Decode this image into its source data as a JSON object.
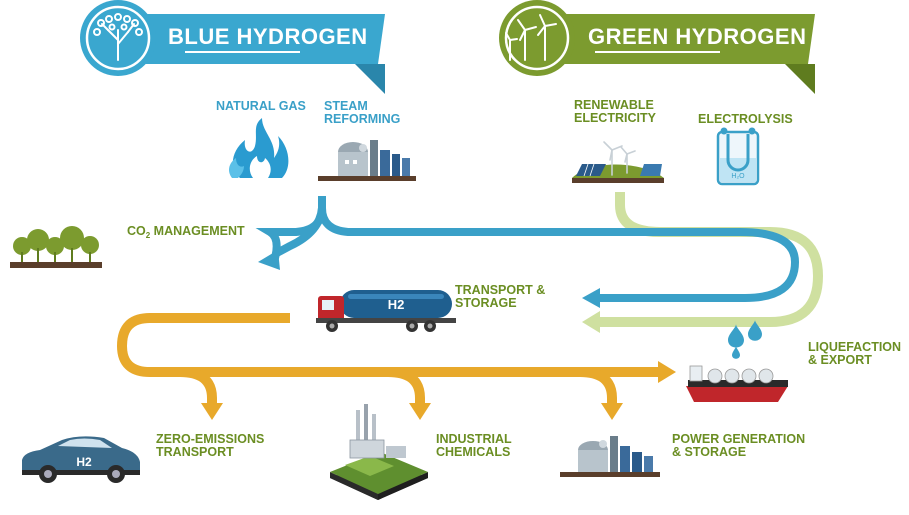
{
  "banners": {
    "blue": {
      "title": "BLUE HYDROGEN"
    },
    "green": {
      "title": "GREEN HYDROGEN"
    }
  },
  "labels": {
    "natural_gas": "NATURAL GAS",
    "steam_reforming": "STEAM\nREFORMING",
    "renewable_electricity": "RENEWABLE\nELECTRICITY",
    "electrolysis": "ELECTROLYSIS",
    "co2_prefix": "CO",
    "co2_sub": "2",
    "co2_suffix": " MANAGEMENT",
    "transport_storage": "TRANSPORT &\nSTORAGE",
    "liquefaction_export": "LIQUEFACTION\n& EXPORT",
    "zero_emissions": "ZERO-EMISSIONS\nTRANSPORT",
    "industrial_chemicals": "INDUSTRIAL\nCHEMICALS",
    "power_generation": "POWER GENERATION\n& STORAGE"
  },
  "vehicle_text": {
    "truck": "H2",
    "car": "H2",
    "water": "H₂O"
  },
  "colors": {
    "blue": "#3aa0c8",
    "green": "#7a9a2e",
    "light_green": "#cfe0a0",
    "orange": "#e8a92b",
    "dark": "#3b3b3b"
  }
}
